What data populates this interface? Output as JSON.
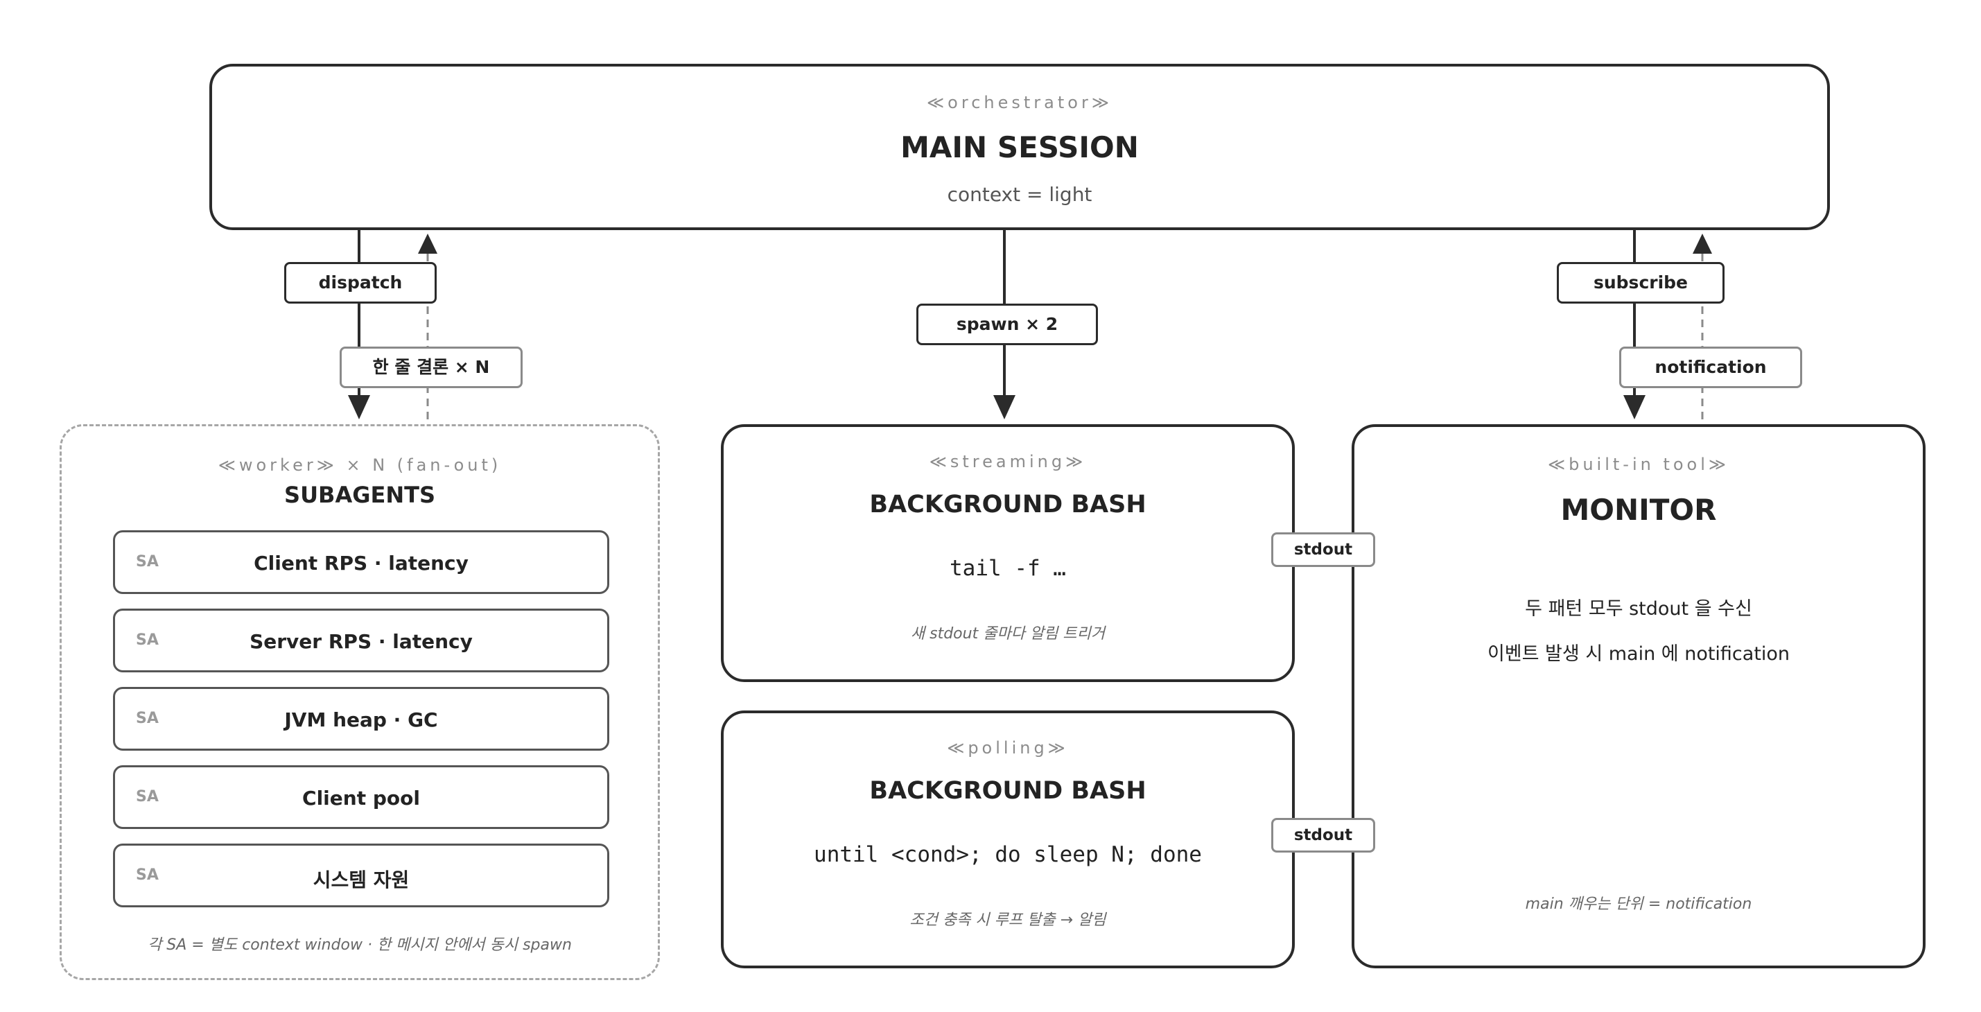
{
  "main_session": {
    "stereotype": "≪orchestrator≫",
    "title": "MAIN SESSION",
    "subtitle": "context = light"
  },
  "subagents": {
    "stereotype": "≪worker≫ × N (fan-out)",
    "title": "SUBAGENTS",
    "items": [
      {
        "tag": "SA",
        "label": "Client RPS · latency"
      },
      {
        "tag": "SA",
        "label": "Server RPS · latency"
      },
      {
        "tag": "SA",
        "label": "JVM heap · GC"
      },
      {
        "tag": "SA",
        "label": "Client pool"
      },
      {
        "tag": "SA",
        "label": "시스템 자원"
      }
    ],
    "footnote": "각 SA = 별도 context window · 한 메시지 안에서 동시 spawn"
  },
  "streaming_bash": {
    "stereotype": "≪streaming≫",
    "title": "BACKGROUND BASH",
    "command": "tail -f …",
    "note": "새 stdout 줄마다 알림 트리거"
  },
  "polling_bash": {
    "stereotype": "≪polling≫",
    "title": "BACKGROUND BASH",
    "command": "until <cond>; do sleep N; done",
    "note": "조건 충족 시 루프 탈출 → 알림"
  },
  "monitor": {
    "stereotype": "≪built-in tool≫",
    "title": "MONITOR",
    "line1": "두 패턴 모두 stdout 을 수신",
    "line2": "이벤트 발생 시 main 에 notification",
    "footnote": "main 깨우는 단위 = notification"
  },
  "edges": {
    "dispatch": "dispatch",
    "result": "한 줄 결론 × N",
    "spawn": "spawn × 2",
    "subscribe": "subscribe",
    "notification": "notification",
    "stdout_streaming": "stdout",
    "stdout_polling": "stdout"
  }
}
